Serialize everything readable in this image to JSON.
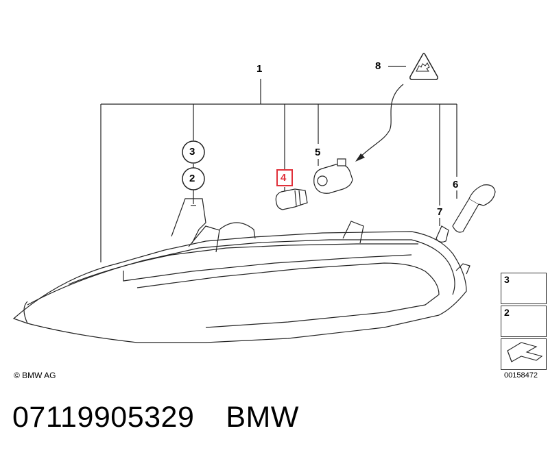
{
  "callouts": [
    {
      "id": "1",
      "label": "1"
    },
    {
      "id": "2",
      "label": "2"
    },
    {
      "id": "3",
      "label": "3"
    },
    {
      "id": "4",
      "label": "4",
      "highlighted": true
    },
    {
      "id": "5",
      "label": "5"
    },
    {
      "id": "6",
      "label": "6"
    },
    {
      "id": "7",
      "label": "7"
    },
    {
      "id": "8",
      "label": "8"
    }
  ],
  "legend": [
    {
      "label": "3",
      "icon": "screw-icon"
    },
    {
      "label": "2",
      "icon": "clip-nut-icon"
    },
    {
      "label": "",
      "icon": "direction-arrow-icon"
    }
  ],
  "footer": {
    "copyright": "© BMW AG",
    "reference_code": "00158472"
  },
  "part": {
    "number": "07119905329",
    "brand": "BMW"
  },
  "colors": {
    "highlight": "#e0303a",
    "line": "#222222"
  }
}
